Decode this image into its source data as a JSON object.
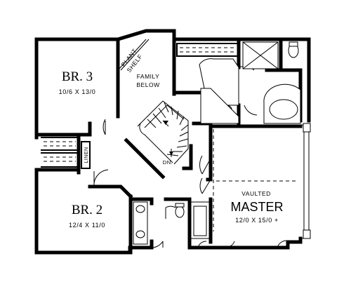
{
  "rooms": {
    "br3": {
      "name": "BR. 3",
      "dims": "10/6 X 13/0"
    },
    "br2": {
      "name": "BR. 2",
      "dims": "12/4 X 11/0"
    },
    "master": {
      "prefix": "VAULTED",
      "name": "MASTER",
      "dims": "12/0 X 15/0 +"
    }
  },
  "labels": {
    "plant_shelf_1": "PLANT",
    "plant_shelf_2": "SHELF",
    "family_below_1": "FAMILY",
    "family_below_2": "BELOW",
    "linen": "LINEN",
    "stair_down": "DN."
  }
}
